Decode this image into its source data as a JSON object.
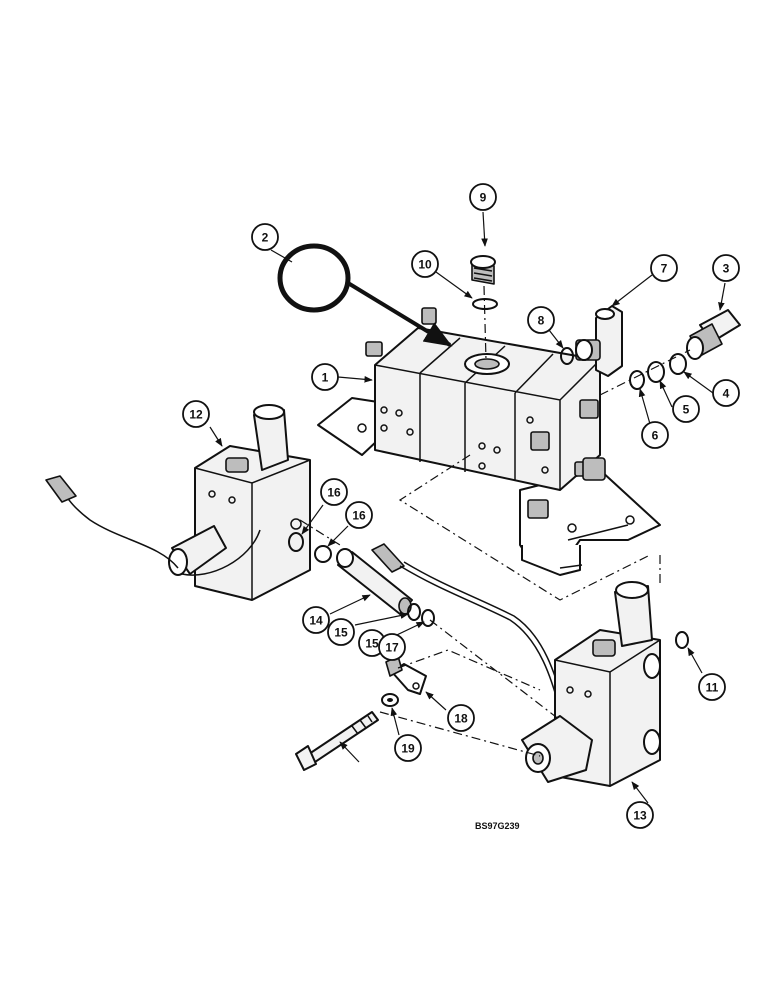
{
  "drawing_code": "BS97G239",
  "callouts": [
    "1",
    "2",
    "3",
    "4",
    "5",
    "6",
    "7",
    "8",
    "9",
    "10",
    "11",
    "12",
    "13",
    "14",
    "15",
    "15",
    "16",
    "16",
    "17",
    "18",
    "19"
  ],
  "colors": {
    "ink": "#111111",
    "paper": "#ffffff",
    "shade": "#bdbdbd"
  }
}
